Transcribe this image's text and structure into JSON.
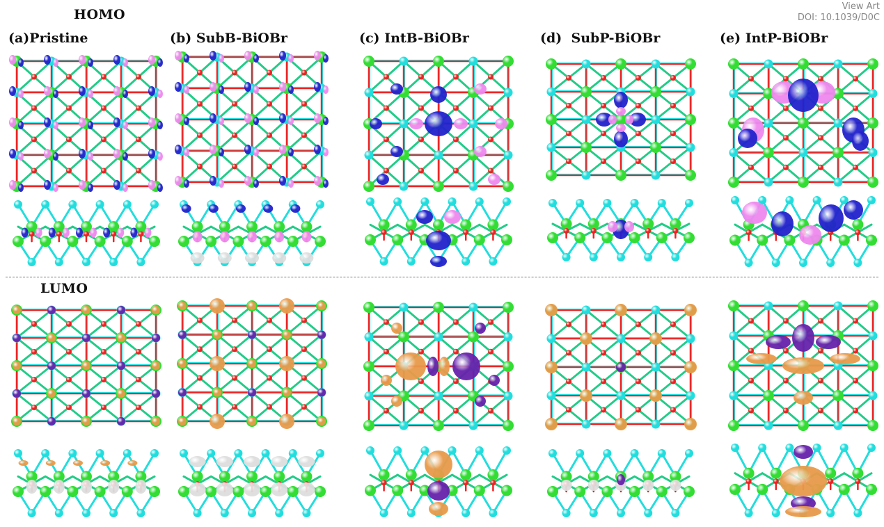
{
  "watermark": {
    "line1": "View Art",
    "line2": "DOI: 10.1039/D0C"
  },
  "rows": {
    "homo": "HOMO",
    "lumo": "LUMO"
  },
  "panels": [
    {
      "letter": "(a)",
      "name": "Pristine"
    },
    {
      "letter": "(b)",
      "name": "SubB-BiOBr"
    },
    {
      "letter": "(c)",
      "name": "IntB-BiOBr"
    },
    {
      "letter": "(d)",
      "name": "SubP-BiOBr"
    },
    {
      "letter": "(e)",
      "name": "IntP-BiOBr"
    }
  ],
  "colors": {
    "bi": "#33dd33",
    "o": "#ee2222",
    "br": "#22dddd",
    "homo_positive": "#2222cc",
    "homo_negative": "#ee88ee",
    "lumo_positive": "#e89a4a",
    "lumo_negative": "#6622aa",
    "bond": "#22cc88"
  }
}
